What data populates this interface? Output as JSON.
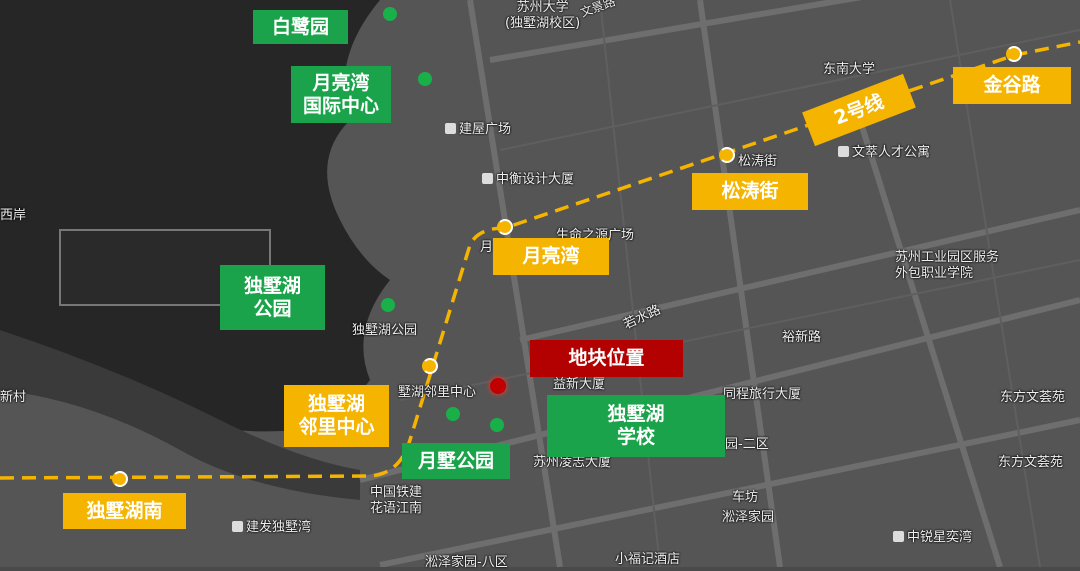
{
  "colors": {
    "park_green": "#1aa34a",
    "metro_yellow": "#f5b400",
    "site_red": "#b30000"
  },
  "metro": {
    "line_label": "2号线",
    "stations": [
      "独墅湖南",
      "独墅湖邻里中心",
      "月亮湾",
      "松涛街",
      "金谷路"
    ]
  },
  "site_label": "地块位置",
  "green_labels": {
    "bailuyuan": "白鹭园",
    "yueliangwan_center": "月亮湾\n国际中心",
    "dushuhu_park": "独墅湖\n公园",
    "yueshu_park": "月墅公园",
    "dushuhu_school": "独墅湖\n学校"
  },
  "yellow_labels": {
    "dushuhu_south": "独墅湖南",
    "neighborhood": "独墅湖\n邻里中心",
    "yueliangwan": "月亮湾",
    "songtao": "松涛街",
    "jingu": "金谷路"
  },
  "map_labels": {
    "suda": "苏州大学\n(独墅湖校区)",
    "wenjing_road": "文景路",
    "jianwu": "建屋广场",
    "zhongheng": "中衡设计大厦",
    "shengming": "生命之源广场",
    "dongnan": "东南大学",
    "wencui": "文萃人才公寓",
    "waibao": "苏州工业园区服务\n外包职业学院",
    "yuxin_road": "裕新路",
    "ruoshui_road": "若水路",
    "yixin": "益新大厦",
    "tongcheng": "同程旅行大厦",
    "dongfang1": "东方文荟苑",
    "dongfang2": "东方文荟苑",
    "yuan2": "园-二区",
    "lingzhi": "苏州凌志大厦",
    "tiejian": "中国铁建\n花语江南",
    "jianfa": "建发独墅湾",
    "chefang": "车坊",
    "songze": "淞泽家园",
    "zhongrui": "中锐星奕湾",
    "xiaofuji": "小福记酒店",
    "songze8": "淞泽家园-八区",
    "park_map": "独墅湖公园",
    "center_map": "墅湖邻里中心",
    "xian": "西岸",
    "xincun": "新村",
    "songtao_map": "松涛街",
    "yue_map": "月"
  }
}
